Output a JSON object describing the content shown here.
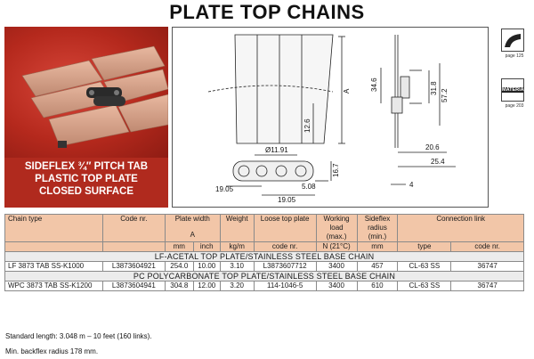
{
  "page": {
    "title": "PLATE TOP CHAINS"
  },
  "photo": {
    "caption_lines": [
      "SIDEFLEX ¾″ PITCH TAB",
      "PLASTIC TOP PLATE",
      "CLOSED SURFACE"
    ]
  },
  "drawing": {
    "dims": {
      "pitch": "Ø11.91",
      "tab_w1": "19.05",
      "tab_w2": "19.05",
      "d1": "5.08",
      "d2": "16.7",
      "h1": "12.6",
      "a": "A",
      "s1": "34.6",
      "s2": "31.8",
      "s3": "57.2",
      "w1": "20.6",
      "w2": "25.4",
      "w3": "4"
    }
  },
  "side_icons": [
    {
      "icon": "sideflex-curve-icon",
      "caption": "page 125"
    },
    {
      "icon": "material-icon",
      "label": "MATERIAL",
      "caption": "page 203"
    }
  ],
  "table": {
    "headers": {
      "chain_type": "Chain type",
      "code_nr": "Code nr.",
      "plate_width": "Plate width",
      "plate_width_sub": "A",
      "weight": "Weight",
      "loose_top_plate": "Loose top plate",
      "working_load": "Working load (max.)",
      "sideflex_radius": "Sideflex radius (min.)",
      "connection_link": "Connection link"
    },
    "units": {
      "mm": "mm",
      "inch": "inch",
      "kgm": "kg/m",
      "code": "code nr.",
      "load": "N (21°C)",
      "radius": "mm",
      "type": "type",
      "conn_code": "code nr."
    },
    "sections": [
      {
        "title": "LF-ACETAL TOP PLATE/STAINLESS STEEL BASE CHAIN",
        "row": {
          "chain_type": "LF 3873 TAB SS-K1000",
          "code": "L3873604921",
          "mm": "254.0",
          "inch": "10.00",
          "weight": "3.10",
          "loose_code": "L3873607712",
          "load": "3400",
          "radius": "457",
          "conn_type": "CL-63 SS",
          "conn_code": "36747"
        }
      },
      {
        "title": "PC POLYCARBONATE TOP PLATE/STAINLESS STEEL BASE CHAIN",
        "row": {
          "chain_type": "WPC 3873 TAB SS-K1200",
          "code": "L3873604941",
          "mm": "304.8",
          "inch": "12.00",
          "weight": "3.20",
          "loose_code": "114-1046-5",
          "load": "3400",
          "radius": "610",
          "conn_type": "CL-63 SS",
          "conn_code": "36747"
        }
      }
    ]
  },
  "notes": {
    "standard_length": "Standard length: 3.048 m – 10 feet (160 links).",
    "backflex": "Min. backflex radius 178 mm."
  }
}
